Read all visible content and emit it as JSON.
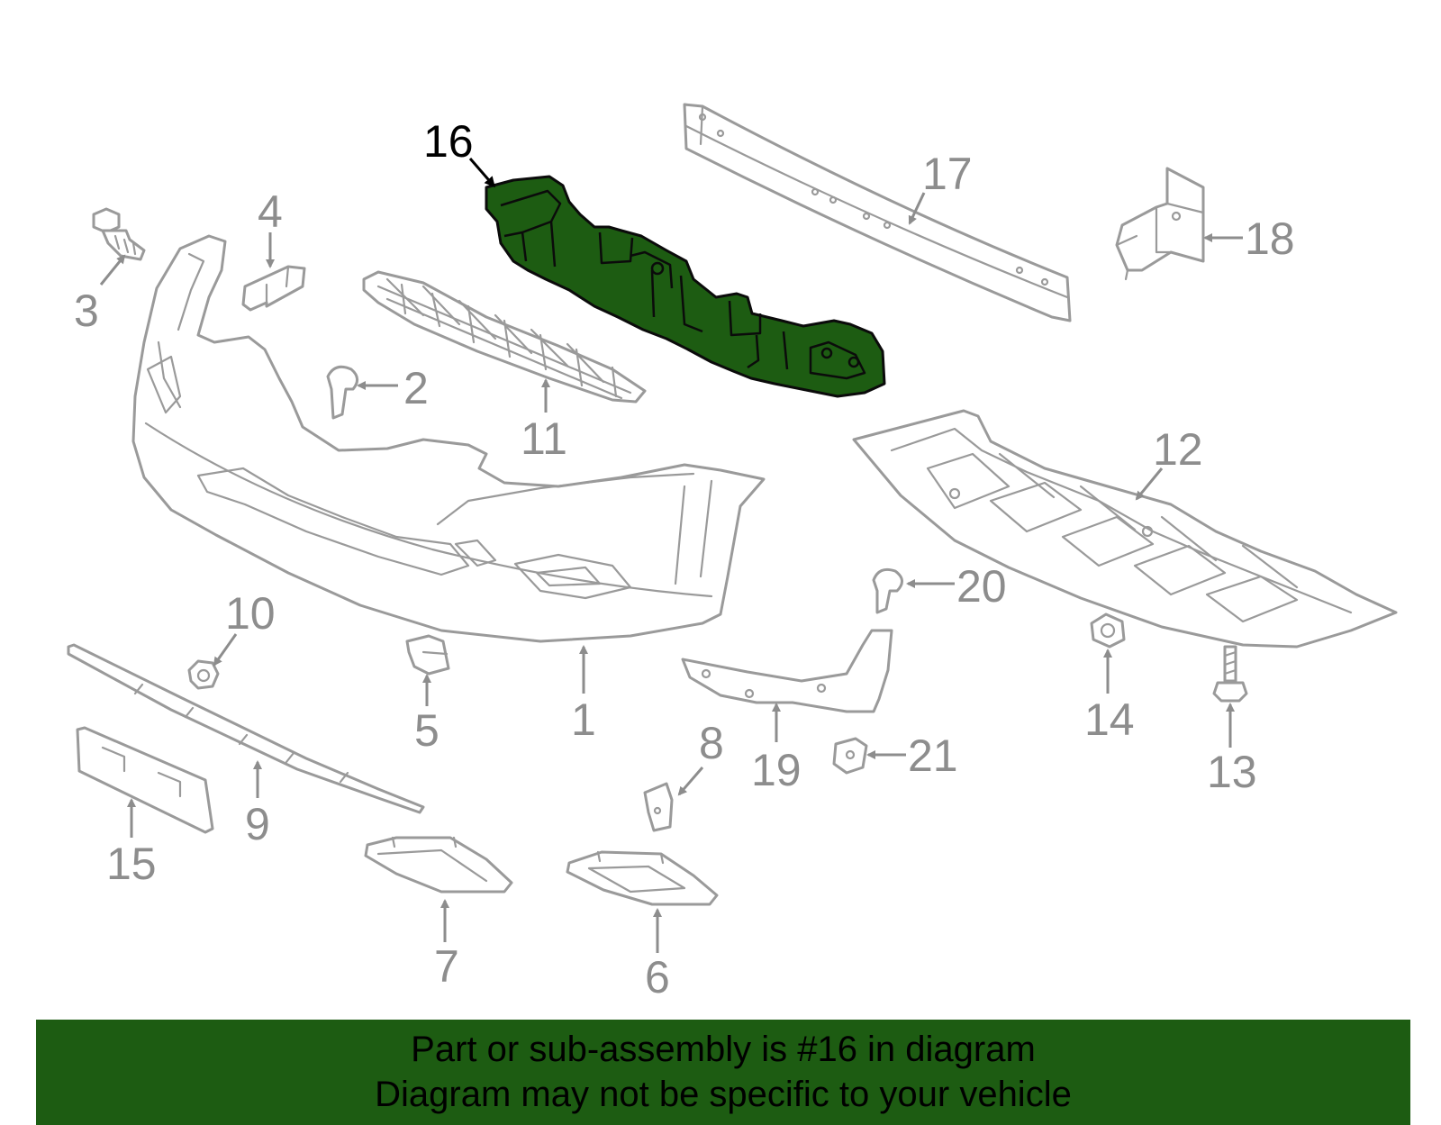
{
  "diagram": {
    "highlighted_part": "16",
    "callouts": [
      {
        "id": "16",
        "label": "16"
      },
      {
        "id": "17",
        "label": "17"
      },
      {
        "id": "18",
        "label": "18"
      },
      {
        "id": "4",
        "label": "4"
      },
      {
        "id": "3",
        "label": "3"
      },
      {
        "id": "2",
        "label": "2"
      },
      {
        "id": "11",
        "label": "11"
      },
      {
        "id": "12",
        "label": "12"
      },
      {
        "id": "20",
        "label": "20"
      },
      {
        "id": "10",
        "label": "10"
      },
      {
        "id": "5",
        "label": "5"
      },
      {
        "id": "1",
        "label": "1"
      },
      {
        "id": "14",
        "label": "14"
      },
      {
        "id": "13",
        "label": "13"
      },
      {
        "id": "8",
        "label": "8"
      },
      {
        "id": "19",
        "label": "19"
      },
      {
        "id": "21",
        "label": "21"
      },
      {
        "id": "9",
        "label": "9"
      },
      {
        "id": "15",
        "label": "15"
      },
      {
        "id": "7",
        "label": "7"
      },
      {
        "id": "6",
        "label": "6"
      }
    ]
  },
  "banner": {
    "line1": "Part or sub-assembly is #16 in diagram",
    "line2": "Diagram may not be specific to your vehicle"
  },
  "colors": {
    "highlight": "#1d5c12",
    "part_outline": "#9a9a9a",
    "banner_background": "#1d5c12"
  }
}
